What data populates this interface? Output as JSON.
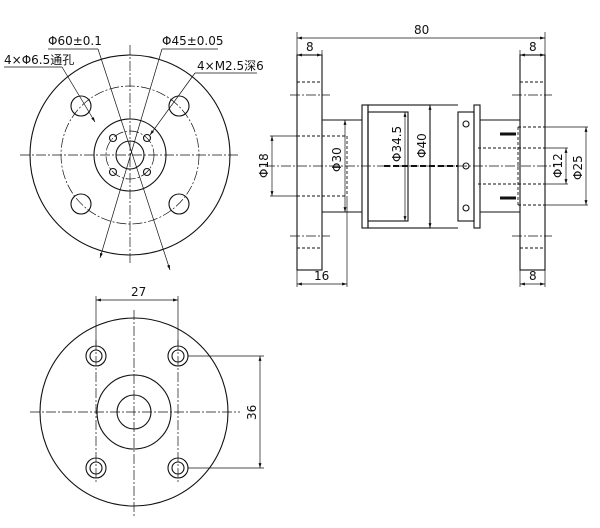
{
  "front_view": {
    "outer_dia": "Φ60±0.1",
    "bolt_circle_dia": "Φ45±0.05",
    "through_holes": "4×Φ6.5通孔",
    "tapped_holes": "4×M2.5深6"
  },
  "side_view": {
    "overall_length": "80",
    "left_flange_thickness": "8",
    "right_flange_thickness": "8",
    "left_hub_length": "16",
    "right_bottom_thickness": "8",
    "bore_left": "Φ18",
    "hub_dia": "Φ30",
    "inner_body_dia": "Φ34.5",
    "body_dia": "Φ40",
    "bore_right": "Φ12",
    "right_hub_dia": "Φ25"
  },
  "rear_view": {
    "hole_spacing_horizontal": "27",
    "hole_spacing_vertical": "36"
  }
}
